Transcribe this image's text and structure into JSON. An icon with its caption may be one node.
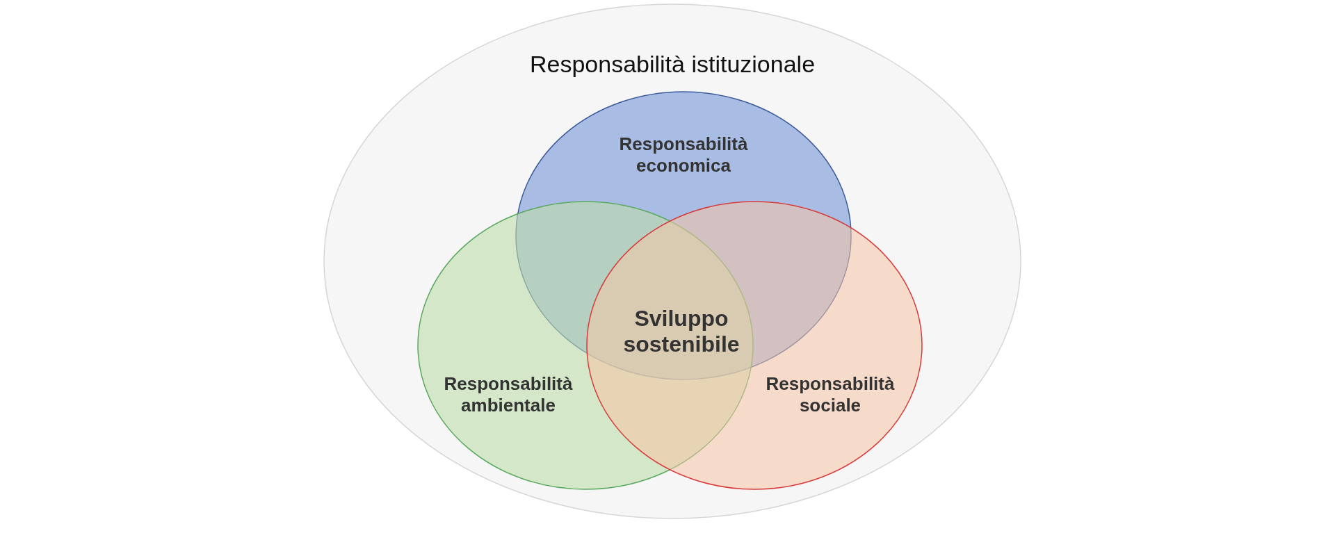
{
  "diagram": {
    "nodes": [
      {
        "text": [
          "Responsabilità istituzionale"
        ]
      },
      {
        "text": [
          "Responsabilità economica"
        ],
        "in": 0
      },
      {
        "text": [
          "Responsabilità ambientale"
        ],
        "in": 0
      },
      {
        "text": [
          "Responsabilità sociale"
        ],
        "in": 0
      }
    ],
    "labels": [
      "Sviluppo sostenibile"
    ]
  }
}
